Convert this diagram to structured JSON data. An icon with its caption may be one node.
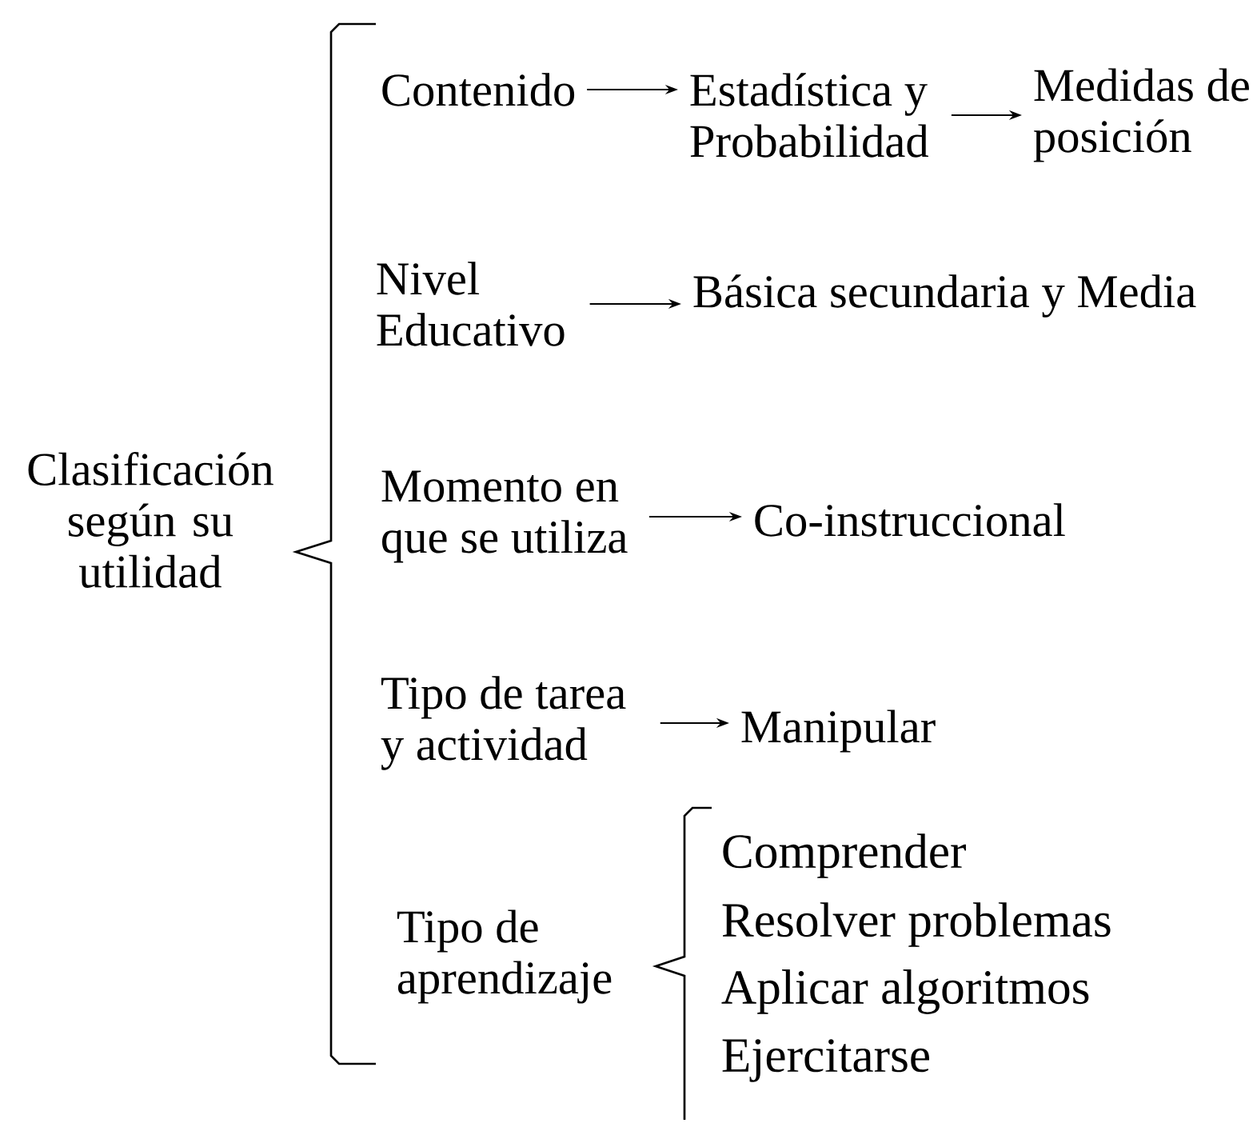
{
  "diagram": {
    "nodes": [
      {
        "text": [
          "Clasificación según su utilidad"
        ]
      },
      {
        "text": [
          "Contenido"
        ]
      },
      {
        "text": [
          "Estadística y Probabilidad"
        ]
      },
      {
        "text": [
          "Medidas de posición"
        ]
      },
      {
        "text": [
          "Nivel Educativo"
        ]
      },
      {
        "text": [
          "Básica secundaria y Media"
        ]
      },
      {
        "text": [
          "Momento en que se utiliza"
        ]
      },
      {
        "text": [
          "Co-instruccional"
        ]
      },
      {
        "text": [
          "Tipo de tarea y actividad"
        ]
      },
      {
        "text": [
          "Manipular"
        ]
      },
      {
        "text": [
          "Tipo de aprendizaje"
        ]
      },
      {
        "text": [
          "Comprender"
        ]
      },
      {
        "text": [
          "Resolver problemas"
        ]
      },
      {
        "text": [
          "Aplicar algoritmos"
        ]
      },
      {
        "text": [
          "Ejercitarse"
        ]
      }
    ],
    "edges": [
      {
        "from": 1,
        "to": 2,
        "arrow": "to"
      },
      {
        "from": 2,
        "to": 3,
        "arrow": "to"
      },
      {
        "from": 4,
        "to": 5,
        "arrow": "to"
      },
      {
        "from": 6,
        "to": 7,
        "arrow": "to"
      },
      {
        "from": 8,
        "to": 9,
        "arrow": "to"
      }
    ]
  }
}
